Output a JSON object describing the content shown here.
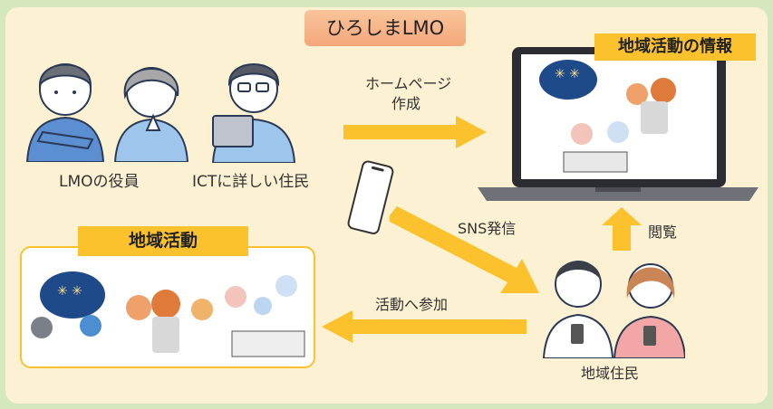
{
  "title": "ひろしまLMO",
  "laptop_tag": "地域活動の情報",
  "activities_tag": "地域活動",
  "people": {
    "officers_label": "LMOの役員",
    "ict_residents_label": "ICTに詳しい住民",
    "residents_label": "地域住民"
  },
  "edges": {
    "homepage_line1": "ホームページ",
    "homepage_line2": "作成",
    "sns": "SNS発信",
    "view": "閲覧",
    "join": "活動へ参加"
  },
  "colors": {
    "background": "#d5e8bd",
    "panel": "#fdf1d4",
    "arrow": "#fcc22d",
    "tag": "#fcc22d",
    "title_pill": "#f6b088",
    "officer_shirt": "#5b8fd1"
  }
}
